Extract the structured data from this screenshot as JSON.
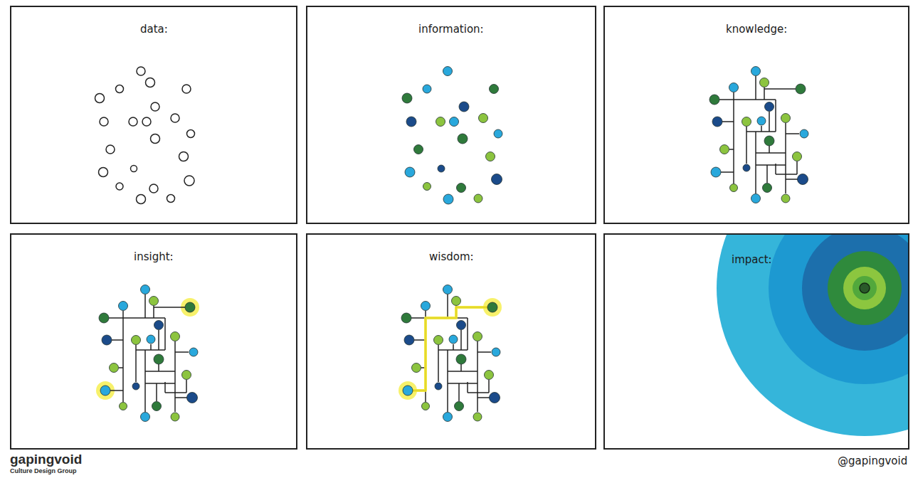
{
  "diagram": {
    "nodes": [
      {
        "text": [
          "data:"
        ]
      },
      {
        "text": [
          "information:"
        ]
      },
      {
        "text": [
          "knowledge:"
        ]
      },
      {
        "text": [
          "insight:"
        ]
      },
      {
        "text": [
          "wisdom:"
        ]
      },
      {
        "text": [
          "impact:"
        ]
      }
    ],
    "labels": [
      "gapingvoid",
      "Culture Design Group",
      "@gapingvoid"
    ]
  }
}
